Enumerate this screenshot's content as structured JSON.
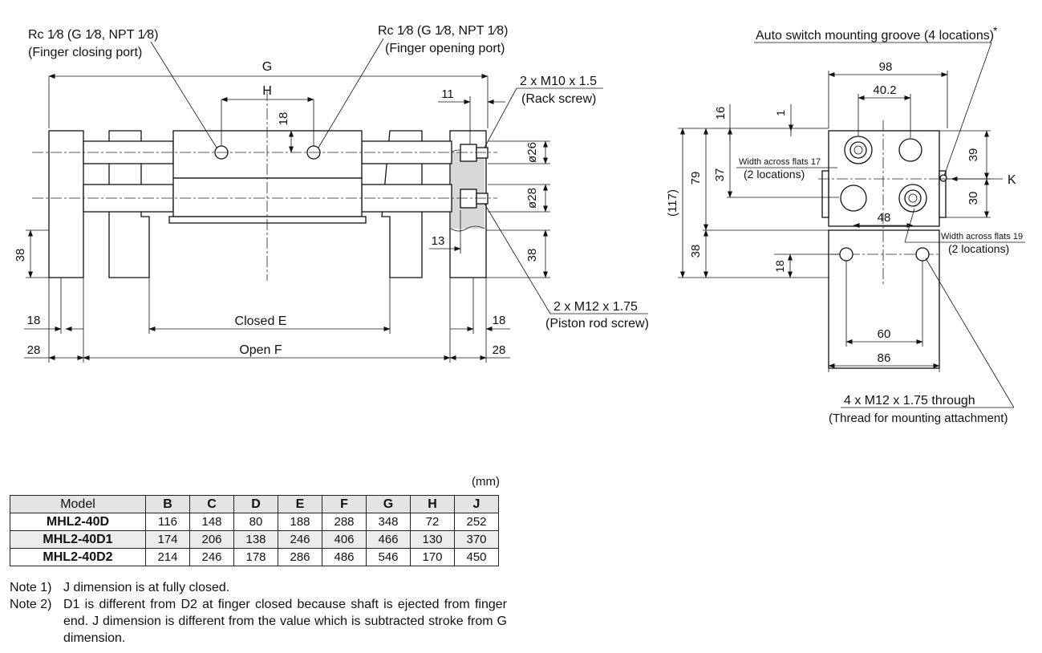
{
  "front_view": {
    "port_closing": {
      "line1": "Rc 1⁄8 (G 1⁄8, NPT 1⁄8)",
      "line2": "(Finger closing port)"
    },
    "port_opening": {
      "line1": "Rc 1⁄8 (G 1⁄8, NPT 1⁄8)",
      "line2": "(Finger opening port)"
    },
    "rack_screw": {
      "line1": "2 x M10 x 1.5",
      "line2": "(Rack screw)"
    },
    "piston_rod_screw": {
      "line1": "2 x M12 x 1.75",
      "line2": "(Piston rod screw)"
    },
    "dims": {
      "g": "G",
      "h": "H",
      "h_offset": "18",
      "rack_offset": "11",
      "dia_upper": "ø26",
      "dia_lower": "ø28",
      "rod_offset": "13",
      "height_left": "38",
      "height_right": "38",
      "jaw_left": "18",
      "jaw_right": "18",
      "end_left": "28",
      "end_right": "28",
      "closed": "Closed E",
      "open": "Open F"
    }
  },
  "side_view": {
    "groove_label": "Auto switch mounting groove (4 locations)",
    "groove_mark": "*",
    "flats17": {
      "line1": "Width across flats 17",
      "line2": "(2 locations)"
    },
    "flats19": {
      "line1": "Width across flats 19",
      "line2": "(2 locations)"
    },
    "mount_thread": {
      "line1": "4 x M12 x 1.75 through",
      "line2": "(Thread for mounting attachment)"
    },
    "view_arrow": "K",
    "dims": {
      "w98": "98",
      "w40": "40.2",
      "h16": "16",
      "h1": "1",
      "h117": "(117)",
      "h79": "79",
      "h37": "37",
      "h39": "39",
      "h30": "30",
      "w48": "48",
      "h38": "38",
      "h18": "18",
      "w60": "60",
      "w86": "86"
    }
  },
  "table": {
    "unit": "(mm)",
    "columns": [
      "Model",
      "B",
      "C",
      "D",
      "E",
      "F",
      "G",
      "H",
      "J"
    ],
    "rows": [
      [
        "MHL2-40D",
        "116",
        "148",
        "80",
        "188",
        "288",
        "348",
        "72",
        "252"
      ],
      [
        "MHL2-40D1",
        "174",
        "206",
        "138",
        "246",
        "406",
        "466",
        "130",
        "370"
      ],
      [
        "MHL2-40D2",
        "214",
        "246",
        "178",
        "286",
        "486",
        "546",
        "170",
        "450"
      ]
    ]
  },
  "notes": [
    {
      "label": "Note 1)",
      "text": "J dimension is at fully closed."
    },
    {
      "label": "Note 2)",
      "text": "D1 is different from D2 at finger closed because shaft is ejected from finger end. J dimension is different from the value which is subtracted stroke from G dimension."
    }
  ]
}
